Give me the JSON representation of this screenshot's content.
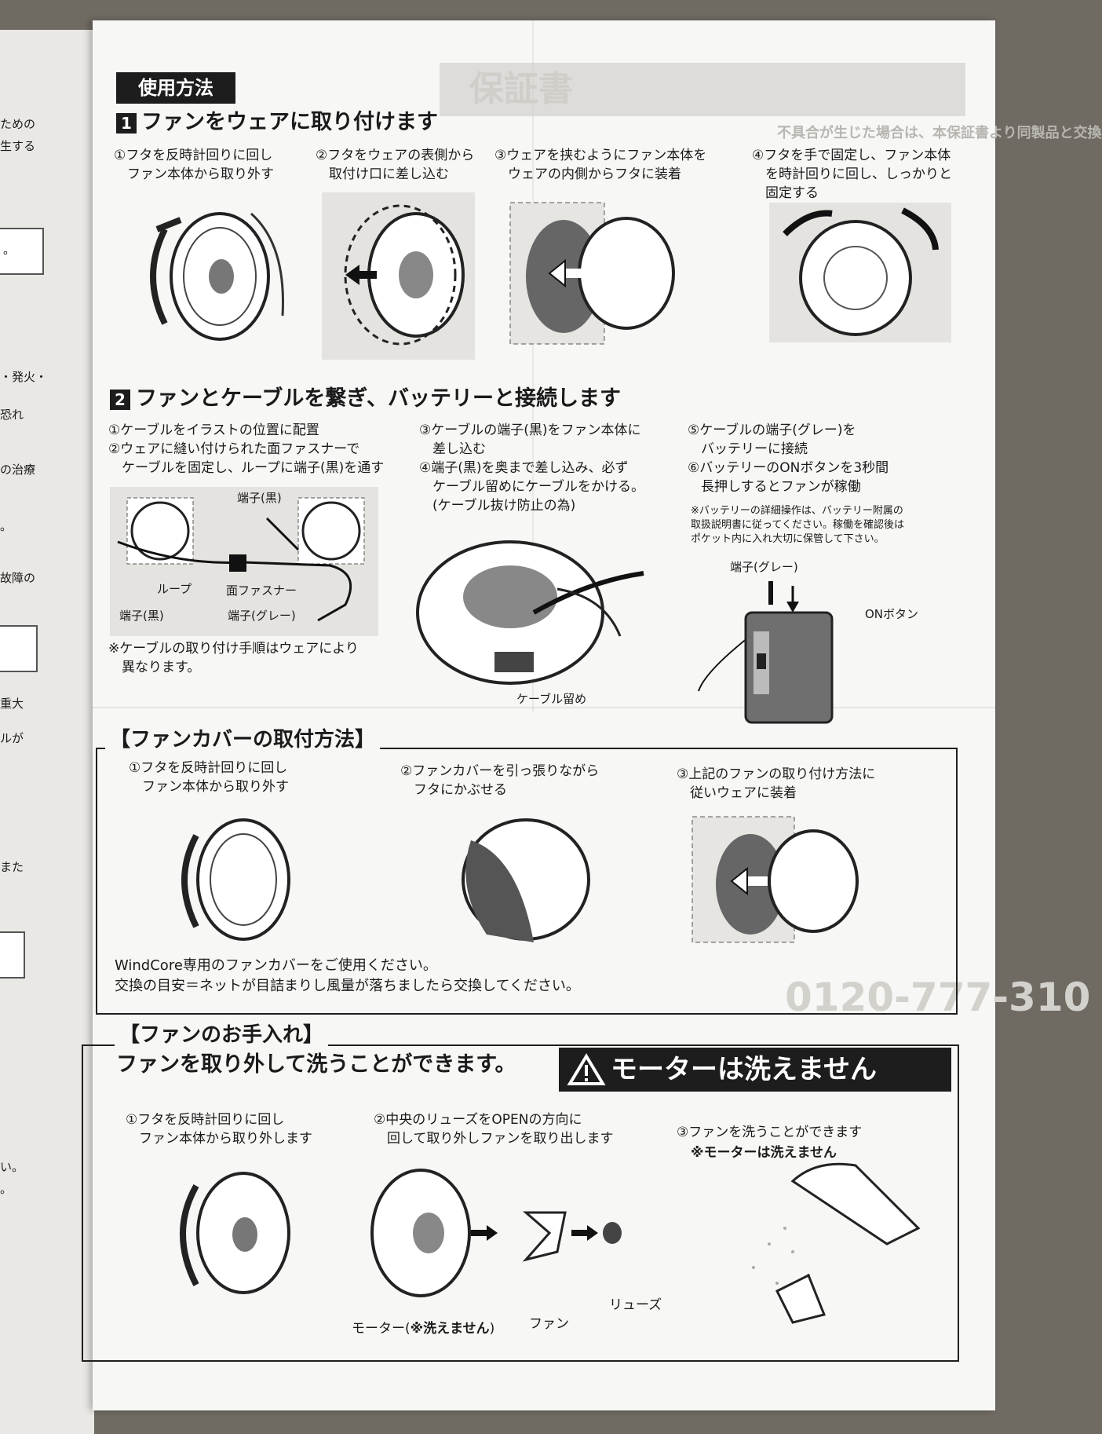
{
  "left_page": {
    "fragments": [
      "ための",
      "生する",
      "。",
      "・発火・",
      "恐れ",
      "の治療",
      "。",
      "故障の",
      "重大",
      "ルが",
      "また",
      "い。",
      "。"
    ]
  },
  "header_label": "使用方法",
  "section1": {
    "number": "1",
    "title": "ファンをウェアに取り付けます",
    "steps": [
      "①フタを反時計回りに回し\n　ファン本体から取り外す",
      "②フタをウェアの表側から\n　取付け口に差し込む",
      "③ウェアを挟むようにファン本体を\n　ウェアの内側からフタに装着",
      "④フタを手で固定し、ファン本体\n　を時計回りに回し、しっかりと\n　固定する"
    ]
  },
  "section2": {
    "number": "2",
    "title": "ファンとケーブルを繋ぎ、バッテリーと接続します",
    "col1": "①ケーブルをイラストの位置に配置\n②ウェアに縫い付けられた面ファスナーで\n　ケーブルを固定し、ループに端子(黒)を通す",
    "col2": "③ケーブルの端子(黒)をファン本体に\n　差し込む\n④端子(黒)を奥まで差し込み、必ず\n　ケーブル留めにケーブルをかける。\n　(ケーブル抜け防止の為)",
    "col3": "⑤ケーブルの端子(グレー)を\n　バッテリーに接続\n⑥バッテリーのONボタンを3秒間\n　長押しするとファンが稼働",
    "battery_note": "※バッテリーの詳細操作は、バッテリー附属の\n取扱説明書に従ってください。稼働を確認後は\nポケット内に入れ大切に保管して下さい。",
    "cable_note": "※ケーブルの取り付け手順はウェアにより\n　異なります。",
    "labels": {
      "terminal_black_top": "端子(黒)",
      "loop": "ループ",
      "velcro": "面ファスナー",
      "terminal_black_bottom": "端子(黒)",
      "terminal_gray": "端子(グレー)",
      "cable_clip": "ケーブル留め",
      "battery_terminal": "端子(グレー)",
      "on_button": "ONボタン"
    }
  },
  "cover_section": {
    "title": "【ファンカバーの取付方法】",
    "steps": [
      "①フタを反時計回りに回し\n　ファン本体から取り外す",
      "②ファンカバーを引っ張りながら\n　フタにかぶせる",
      "③上記のファンの取り付け方法に\n　従いウェアに装着"
    ],
    "note1": "WindCore専用のファンカバーをご使用ください。",
    "note2": "交換の目安＝ネットが目詰まりし風量が落ちましたら交換してください。"
  },
  "care_section": {
    "title": "【ファンのお手入れ】",
    "subtitle": "ファンを取り外して洗うことができます。",
    "warning": "モーターは洗えません",
    "steps": [
      "①フタを反時計回りに回し\n　ファン本体から取り外します",
      "②中央のリューズをOPENの方向に\n　回して取り外しファンを取り出します",
      "③ファンを洗うことができます"
    ],
    "step3_note": "※モーターは洗えません",
    "labels": {
      "motor": "モーター(",
      "motor_note": "※洗えません",
      "motor_close": ")",
      "fan": "ファン",
      "crown": "リューズ"
    }
  },
  "background_text": {
    "warranty_title": "保証書",
    "warranty_line": "不具合が生じた場合は、本保証書より同製品と交換",
    "phone": "0120-777-310"
  },
  "colors": {
    "ink": "#1d1d1d",
    "paper": "#f7f7f5",
    "panel": "#e4e3df"
  }
}
